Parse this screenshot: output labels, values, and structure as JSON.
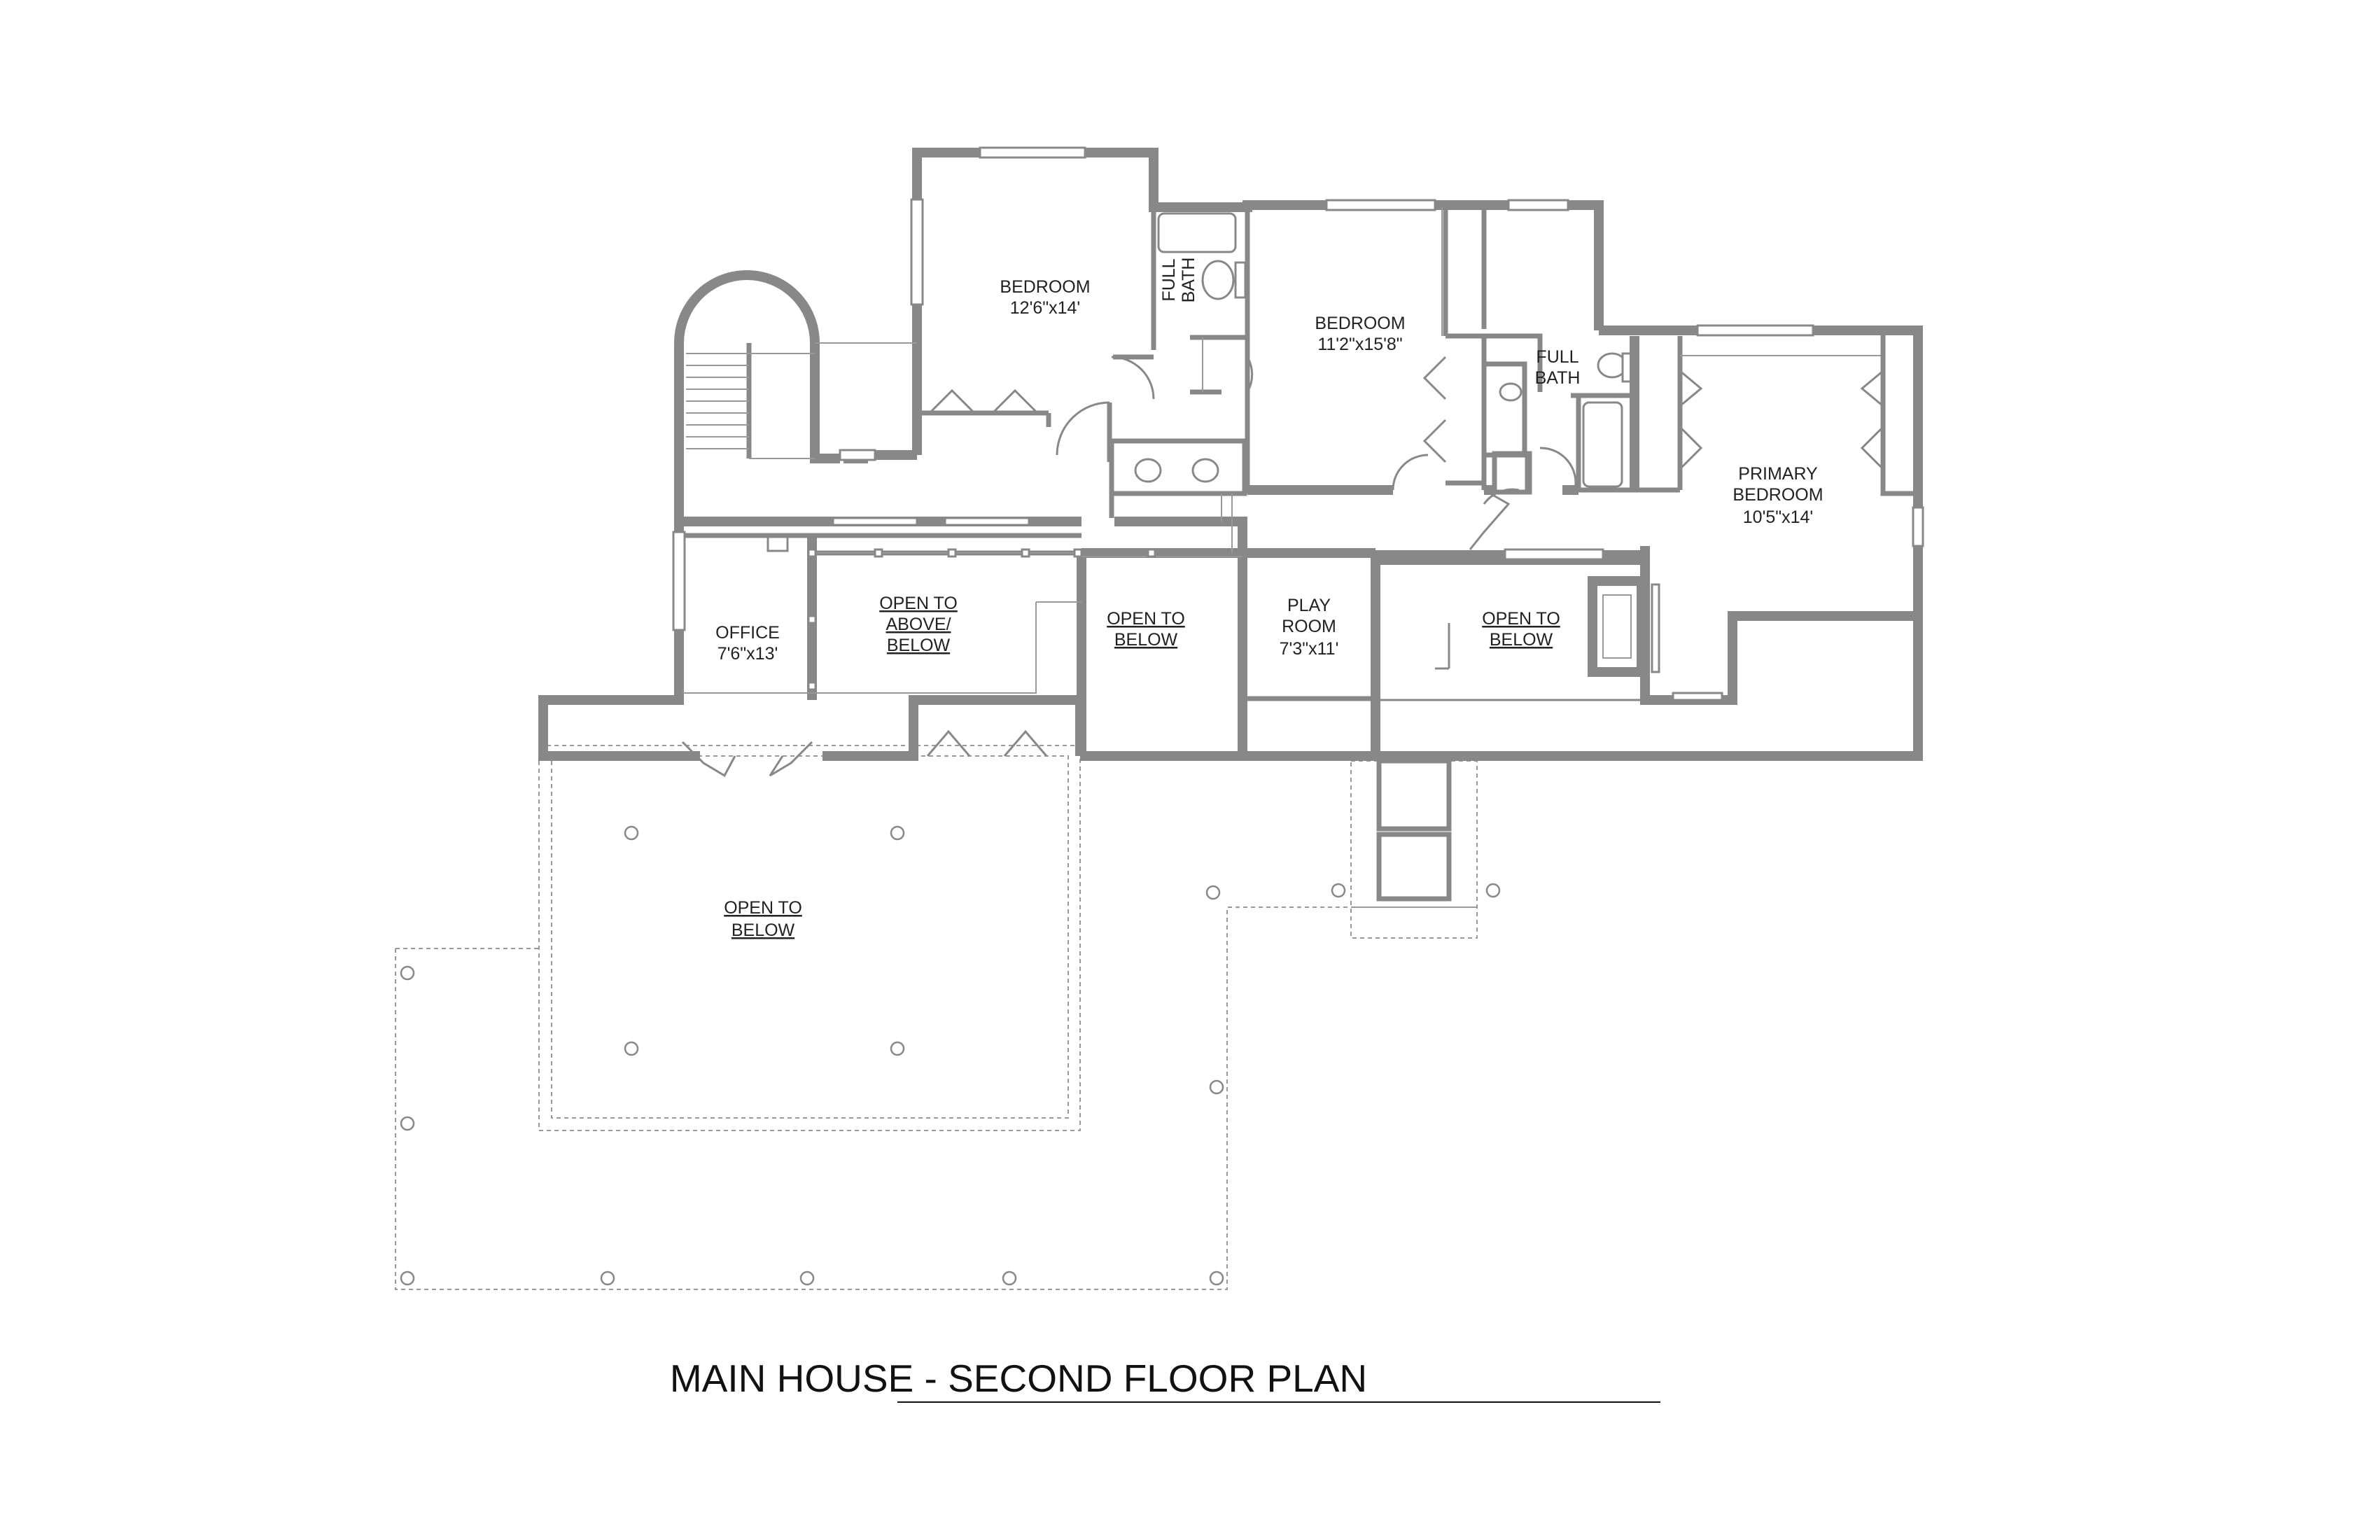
{
  "plan": {
    "title": "MAIN HOUSE - SECOND FLOOR PLAN",
    "rooms": {
      "bedroom_1": {
        "name": "BEDROOM",
        "size": "12'6\"x14'"
      },
      "bedroom_2": {
        "name": "BEDROOM",
        "size": "11'2\"x15'8\""
      },
      "bath_1": {
        "name_line1": "FULL",
        "name_line2": "BATH"
      },
      "bath_2": {
        "name_line1": "FULL",
        "name_line2": "BATH"
      },
      "primary_bedroom": {
        "name_line1": "PRIMARY",
        "name_line2": "BEDROOM",
        "size": "10'5\"x14'"
      },
      "office": {
        "name": "OFFICE",
        "size": "7'6\"x13'"
      },
      "open_above_below": {
        "line1": "OPEN TO",
        "line2": "ABOVE/",
        "line3": "BELOW"
      },
      "open_below_1": {
        "line1": "OPEN TO",
        "line2": "BELOW"
      },
      "play_room": {
        "name": "PLAY",
        "name_line2": "ROOM",
        "size": "7'3\"x11'"
      },
      "open_below_2": {
        "line1": "OPEN TO",
        "line2": "BELOW"
      },
      "open_below_deck": {
        "line1": "OPEN TO",
        "line2": "BELOW"
      }
    }
  }
}
